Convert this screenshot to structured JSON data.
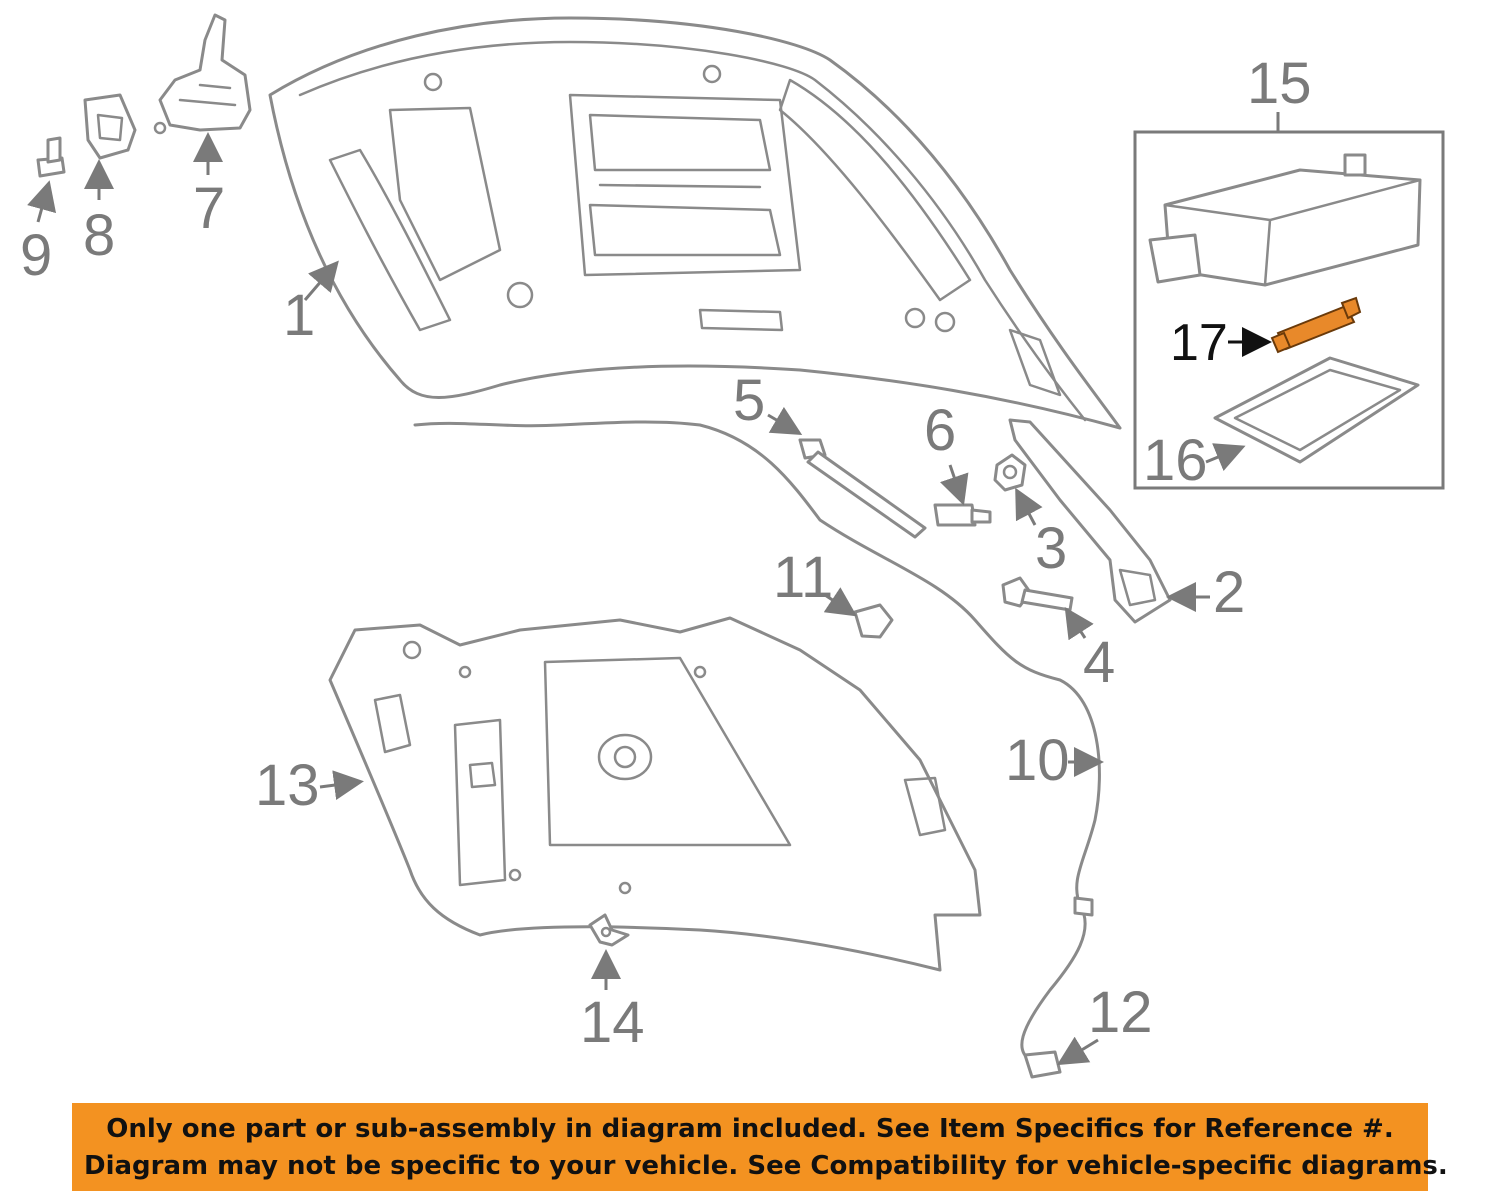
{
  "diagram": {
    "callouts": [
      "1",
      "2",
      "3",
      "4",
      "5",
      "6",
      "7",
      "8",
      "9",
      "10",
      "11",
      "12",
      "13",
      "14",
      "15",
      "16",
      "17"
    ],
    "highlighted_part": "17",
    "colors": {
      "line_art": "#8a8a8a",
      "highlight": "#e8892a",
      "banner": "#f39221",
      "text": "#111111"
    }
  },
  "notice": {
    "line1": "Only one part or sub-assembly in diagram included. See Item Specifics for Reference #.",
    "line2": "Diagram may not be specific to your vehicle. See Compatibility for vehicle-specific diagrams."
  }
}
